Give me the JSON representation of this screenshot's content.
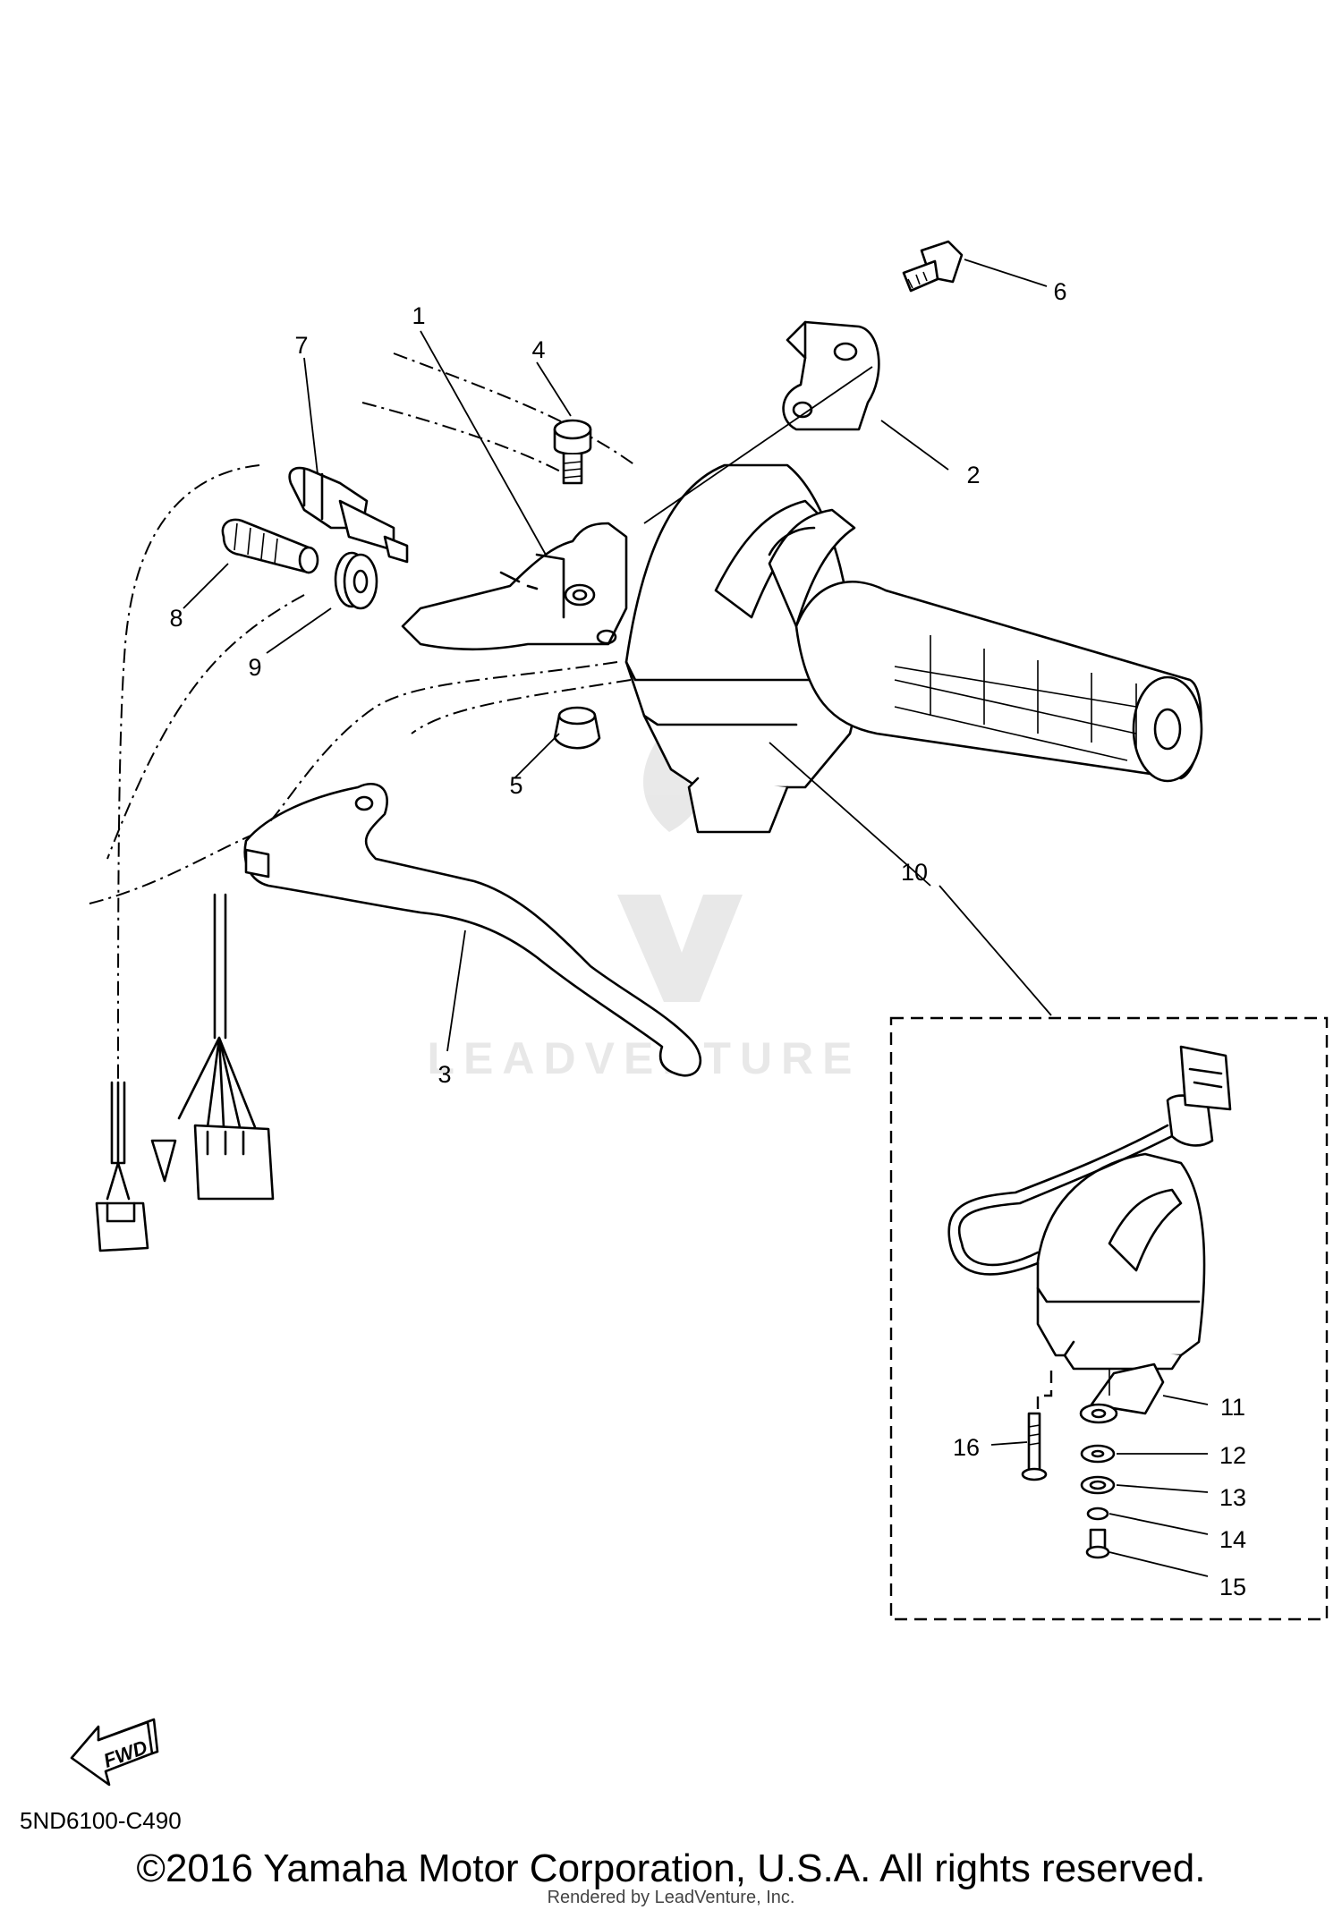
{
  "callouts": [
    {
      "id": "1",
      "text": "1"
    },
    {
      "id": "2",
      "text": "2"
    },
    {
      "id": "3",
      "text": "3"
    },
    {
      "id": "4",
      "text": "4"
    },
    {
      "id": "5",
      "text": "5"
    },
    {
      "id": "6",
      "text": "6"
    },
    {
      "id": "7",
      "text": "7"
    },
    {
      "id": "8",
      "text": "8"
    },
    {
      "id": "9",
      "text": "9"
    },
    {
      "id": "10",
      "text": "10"
    },
    {
      "id": "11",
      "text": "11"
    },
    {
      "id": "12",
      "text": "12"
    },
    {
      "id": "13",
      "text": "13"
    },
    {
      "id": "14",
      "text": "14"
    },
    {
      "id": "15",
      "text": "15"
    },
    {
      "id": "16",
      "text": "16"
    }
  ],
  "fwd_label": "FWD",
  "watermark": "LEADVENTURE",
  "diagram_code": "5ND6100-C490",
  "copyright": "©2016 Yamaha Motor Corporation, U.S.A. All rights reserved.",
  "rendered_by": "Rendered by LeadVenture, Inc."
}
